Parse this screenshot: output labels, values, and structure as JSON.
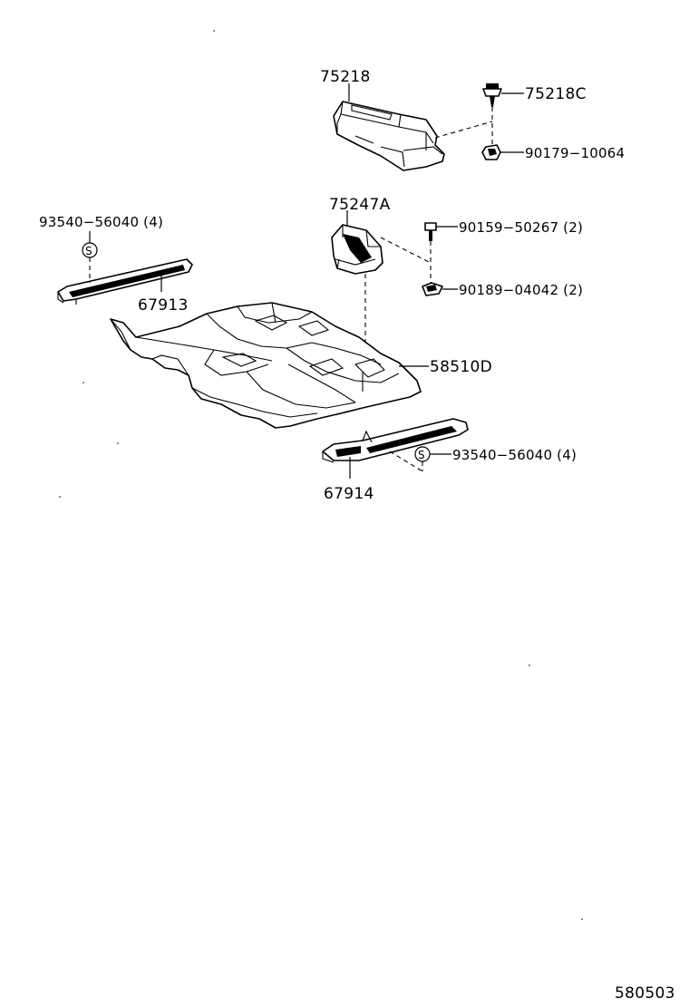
{
  "callouts": {
    "part_75218": "75218",
    "part_75218c": "75218C",
    "part_90179": "90179−10064",
    "part_75247a": "75247A",
    "part_90159": "90159−50267 (2)",
    "part_90189": "90189−04042 (2)",
    "part_93540_left": "93540−56040 (4)",
    "part_67913": "67913",
    "part_58510d": "58510D",
    "part_93540_right": "93540−56040 (4)",
    "part_67914": "67914"
  },
  "symbols": {
    "s_mark": "S"
  },
  "footer": {
    "diagram_code": "580503"
  }
}
